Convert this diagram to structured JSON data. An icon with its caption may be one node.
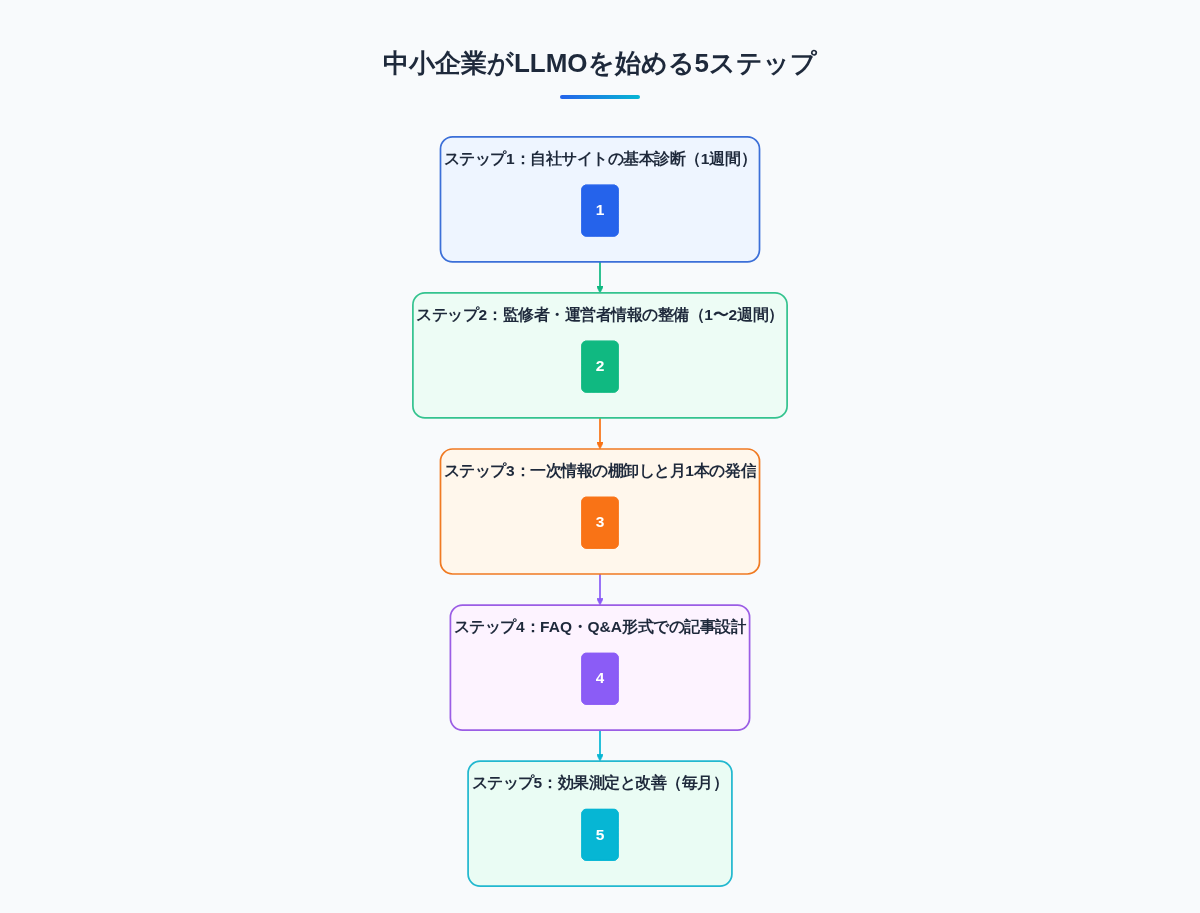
{
  "diagram": {
    "title": "中小企業がLLMOを始める5ステップ",
    "nodes": [
      {
        "text": [
          "ステップ1：自社サイトの基本診断（1週間）"
        ]
      },
      {
        "text": [
          "1"
        ],
        "in": 0
      },
      {
        "text": [
          "ステップ2：監修者・運営者情報の整備（1〜2週間）"
        ]
      },
      {
        "text": [
          "2"
        ],
        "in": 2
      },
      {
        "text": [
          "ステップ3：一次情報の棚卸しと月1本の発信"
        ]
      },
      {
        "text": [
          "3"
        ],
        "in": 4
      },
      {
        "text": [
          "ステップ4：FAQ・Q&A形式での記事設計"
        ]
      },
      {
        "text": [
          "4"
        ],
        "in": 6
      },
      {
        "text": [
          "ステップ5：効果測定と改善（毎月）"
        ]
      },
      {
        "text": [
          "5"
        ],
        "in": 8
      }
    ],
    "edges": [
      {
        "from": 0,
        "to": 2,
        "arrow": "to",
        "color": "#10b981"
      },
      {
        "from": 2,
        "to": 4,
        "arrow": "to",
        "color": "#f97316"
      },
      {
        "from": 4,
        "to": 6,
        "arrow": "to",
        "color": "#8b5cf6"
      },
      {
        "from": 6,
        "to": 8,
        "arrow": "to",
        "color": "#06b6d4"
      }
    ]
  }
}
